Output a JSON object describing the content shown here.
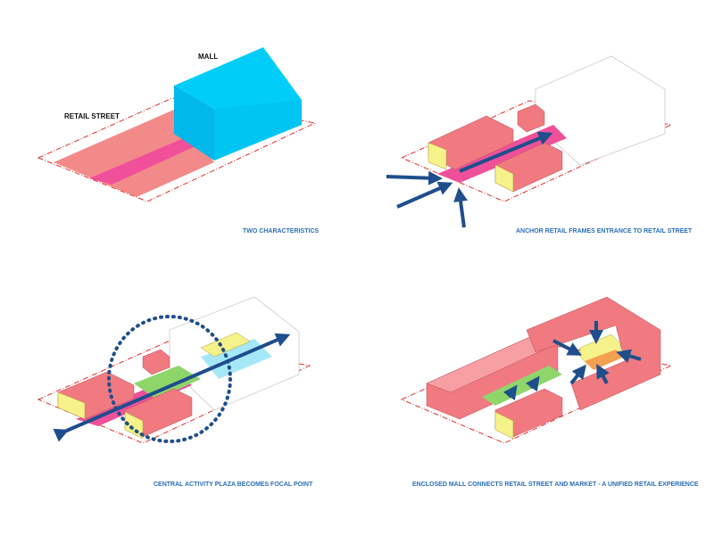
{
  "panels": [
    {
      "caption": "TWO CHARACTERISTICS",
      "labels": {
        "mall": "MALL",
        "street": "RETAIL STREET"
      }
    },
    {
      "caption": "ANCHOR RETAIL FRAMES ENTRANCE TO RETAIL STREET"
    },
    {
      "caption": "CENTRAL ACTIVITY PLAZA BECOMES FOCAL POINT"
    },
    {
      "caption": "ENCLOSED MALL CONNECTS RETAIL STREET AND MARKET -  A UNIFIED RETAIL EXPERIENCE"
    }
  ],
  "colors": {
    "mall": "#00c8f5",
    "street": "#f08080",
    "street_center": "#f0509a",
    "anchor": "#f07a80",
    "yellow": "#f6f28a",
    "arrow": "#1f4e8c",
    "caption": "#2a6fb8",
    "site": "#e03030"
  }
}
